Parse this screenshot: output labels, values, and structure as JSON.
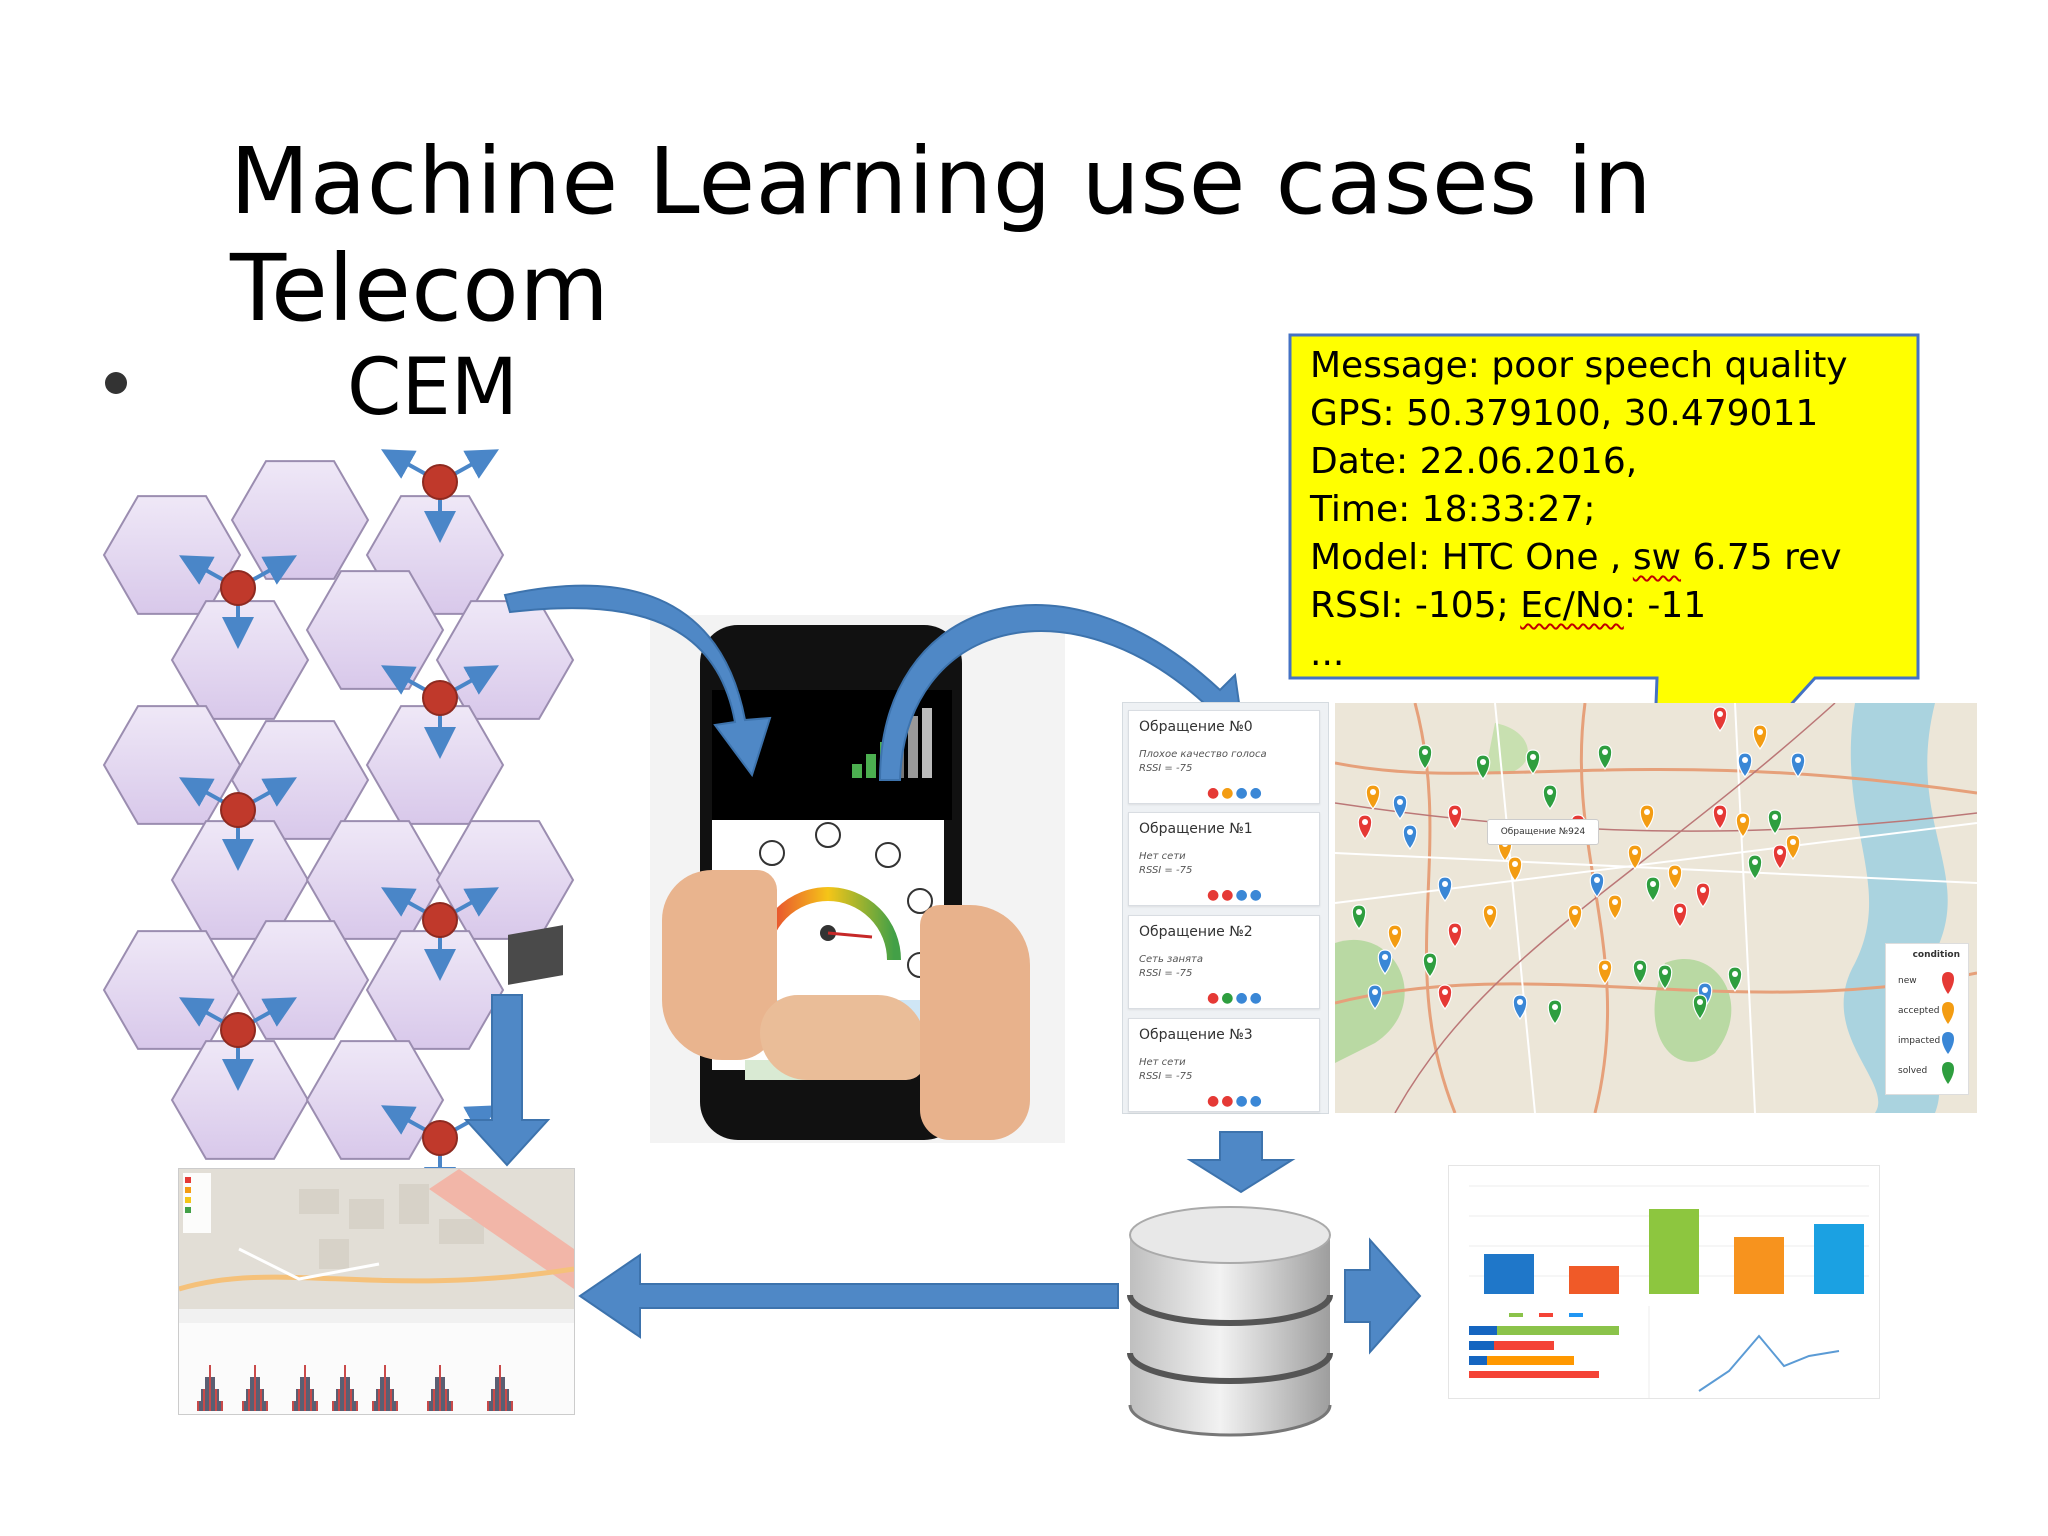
{
  "slide": {
    "title": "Machine Learning use cases in Telecom",
    "bullet_label": "CEM"
  },
  "callout": {
    "lines": [
      "Message: poor speech quality",
      "GPS: 50.379100, 30.479011",
      "Date: 22.06.2016,",
      "Time: 18:33:27;",
      "Model: HTC One , ",
      "sw",
      " 6.75 rev",
      "RSSI: -105; ",
      "Ec/No",
      ": -11",
      "..."
    ]
  },
  "cards": [
    {
      "title": "Обращение №0",
      "line1": "Плохое качество голоса",
      "line2": "RSSI = -75"
    },
    {
      "title": "Обращение №1",
      "line1": "Нет сети",
      "line2": "RSSI = -75"
    },
    {
      "title": "Обращение №2",
      "line1": "Сеть занята",
      "line2": "RSSI = -75"
    },
    {
      "title": "Обращение №3",
      "line1": "Нет сети",
      "line2": "RSSI = -75"
    }
  ],
  "map": {
    "popup_label": "Обращение №924",
    "legend_title": "condition",
    "legend_items": [
      "new",
      "accepted",
      "impacted",
      "solved"
    ]
  },
  "colors": {
    "arrow": "#4f88c6",
    "callout_fill": "#ffff00",
    "callout_border": "#4472c4",
    "hex_fill": "#e4d9f0",
    "node": "#c0392b",
    "pin_new": "#e53935",
    "pin_accepted": "#f39c12",
    "pin_impacted": "#3a87d6",
    "pin_solved": "#2e9e3f"
  },
  "icons": [
    "cell-node-icon",
    "database-icon",
    "phone-icon",
    "gauge-icon",
    "map-pin-icon"
  ]
}
